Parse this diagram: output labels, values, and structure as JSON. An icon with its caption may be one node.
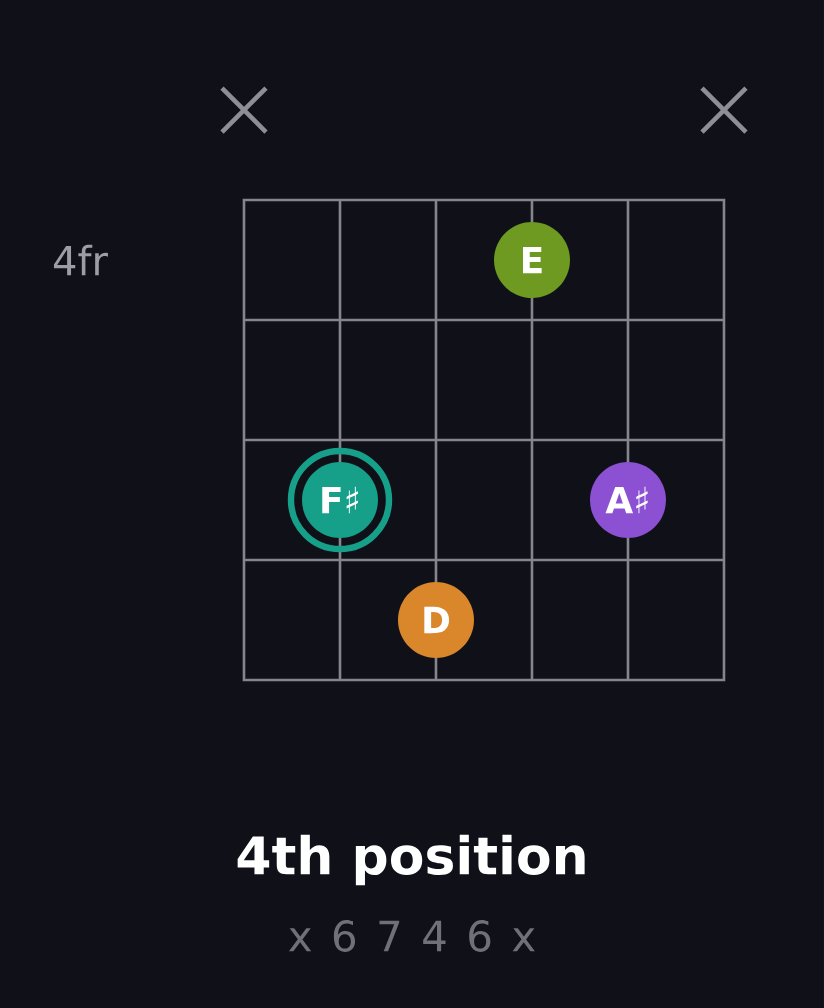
{
  "diagram": {
    "title": "4th position",
    "nodes": [
      {
        "text": [
          "E"
        ]
      },
      {
        "text": [
          "F♯"
        ]
      },
      {
        "text": [
          "A♯"
        ]
      },
      {
        "text": [
          "D"
        ]
      }
    ],
    "labels": [
      "4fr",
      "x 6 7 4 6 x"
    ]
  }
}
